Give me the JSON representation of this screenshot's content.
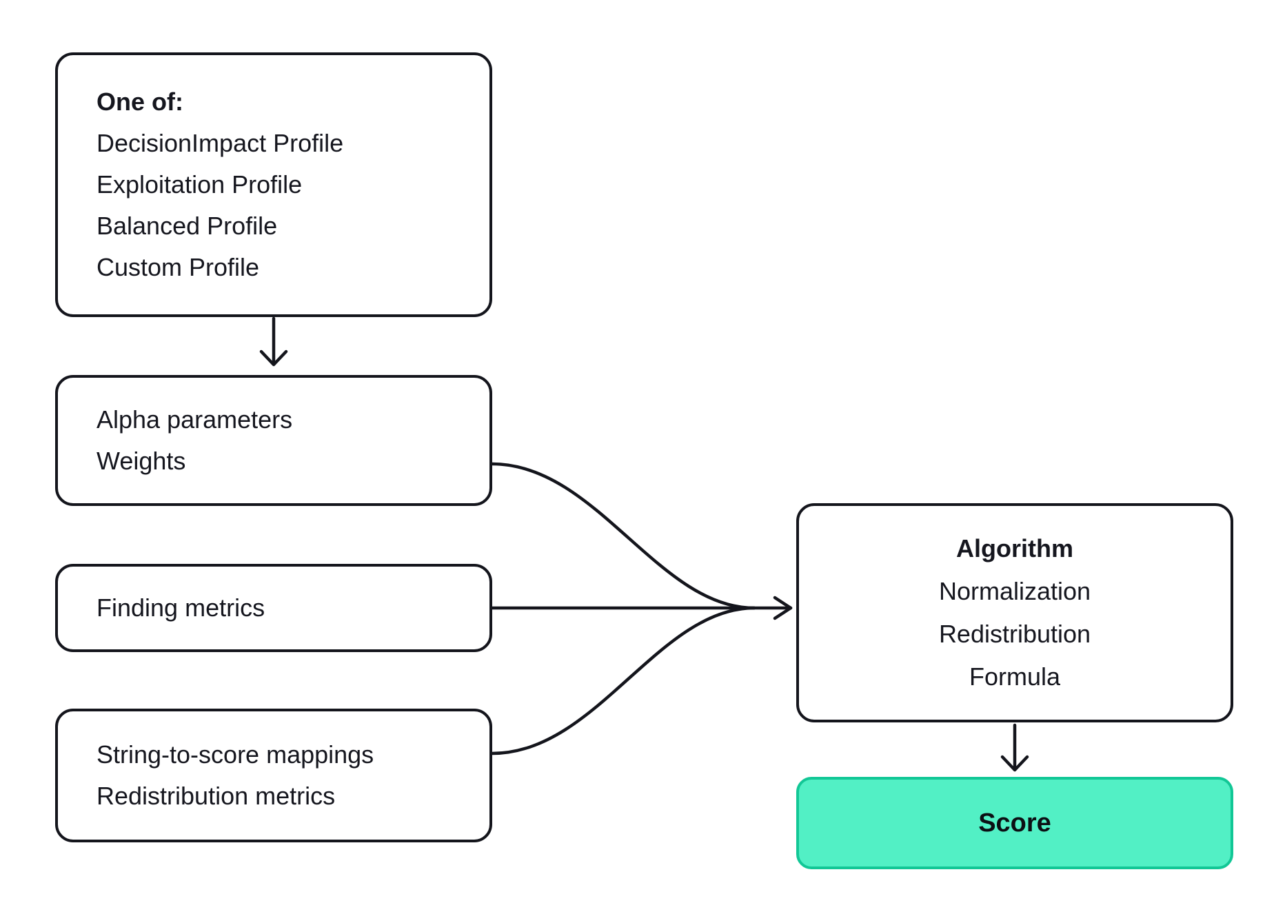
{
  "diagram": {
    "background_color": "#ffffff",
    "stroke_color": "#14151c",
    "text_color": "#15161e",
    "nodes": {
      "profiles": {
        "title": "One of:",
        "lines": [
          "DecisionImpact Profile",
          "Exploitation Profile",
          "Balanced Profile",
          "Custom Profile"
        ]
      },
      "parameters": {
        "lines": [
          "Alpha parameters",
          "Weights"
        ]
      },
      "finding": {
        "lines": [
          "Finding metrics"
        ]
      },
      "mappings": {
        "lines": [
          "String-to-score mappings",
          "Redistribution metrics"
        ]
      },
      "algorithm": {
        "title": "Algorithm",
        "lines": [
          "Normalization",
          "Redistribution",
          "Formula"
        ]
      },
      "score": {
        "title": "Score",
        "fill_color": "#52f0c5",
        "border_color": "#12c796"
      }
    },
    "edges": [
      "profiles -> parameters",
      "parameters -> algorithm",
      "finding -> algorithm",
      "mappings -> algorithm",
      "algorithm -> score"
    ]
  }
}
